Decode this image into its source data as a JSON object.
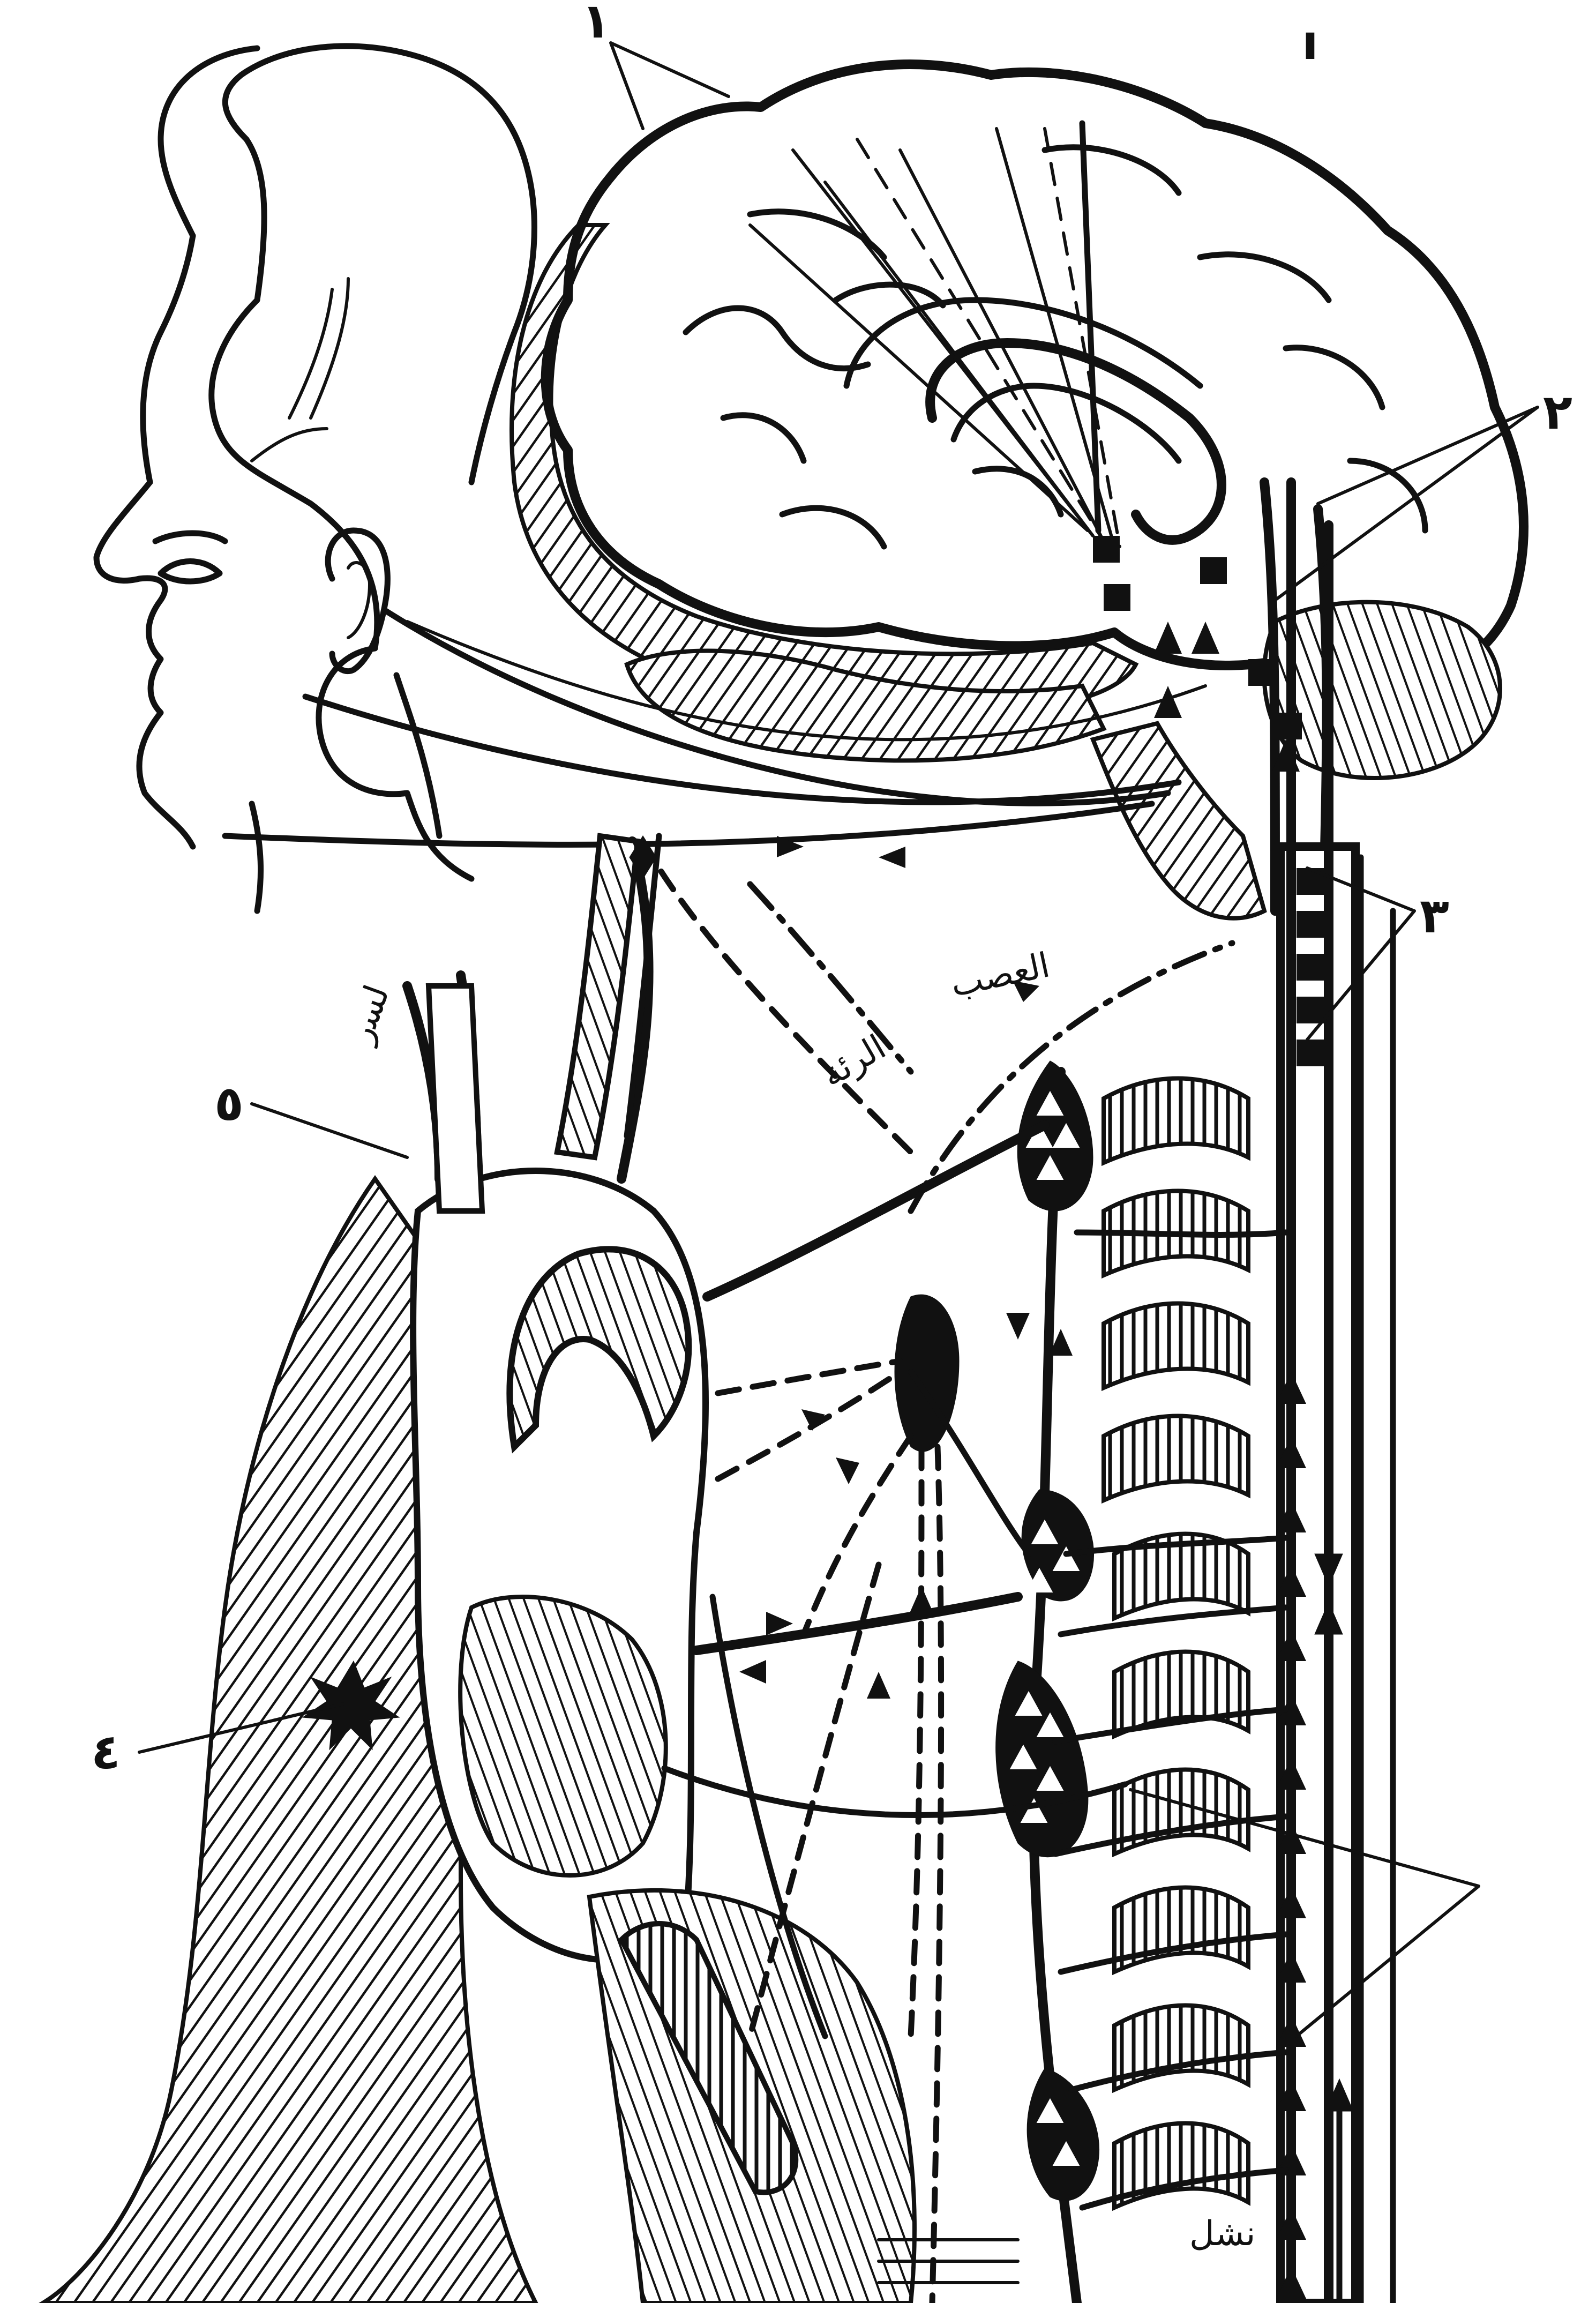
{
  "labels": {
    "l1": "١",
    "l2": "٢",
    "l3": "٣",
    "l4": "٤",
    "l5": "٥",
    "marker_top": "ı",
    "nerve_word": "العصب",
    "ri_word": "الرئة",
    "side_word": "ﻟﺴﺭ",
    "bottom_word": "ﻧﺸﻞ"
  }
}
